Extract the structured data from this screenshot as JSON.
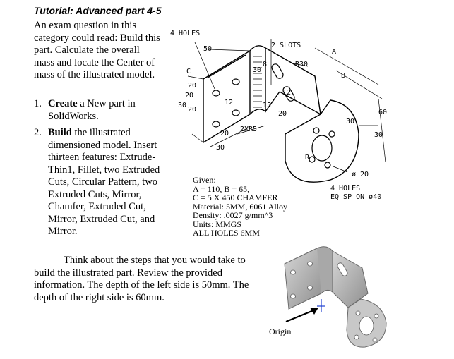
{
  "title": "Tutorial: Advanced part 4-5",
  "intro": "An exam question in this category could read: Build this part. Calculate the overall mass and locate the Center of mass of the illustrated model.",
  "steps": [
    {
      "num": "1.",
      "bold": "Create",
      "text": "a New part in SolidWorks."
    },
    {
      "num": "2.",
      "bold": "Build",
      "text": "the illustrated dimensioned model. Insert thirteen features: Extrude-Thin1, Fillet, two Extruded Cuts, Circular Pattern, two Extruded Cuts, Mirror, Chamfer, Extruded Cut, Mirror, Extruded Cut, and Mirror."
    }
  ],
  "think": "Think about the steps that you would take to build the illustrated part. Review the provided information. The depth of the left side is 50mm. The depth of the right side is 60mm.",
  "given": [
    "Given:",
    "A = 110, B = 65,",
    "C = 5 X 450 CHAMFER",
    "Material: 5MM, 6061 Alloy",
    "Density: .0027 g/mm^3",
    "Units: MMGS",
    "ALL HOLES 6MM"
  ],
  "drawing_labels": {
    "holes4": "4 HOLES",
    "d50": "50",
    "slots2": "2 SLOTS",
    "A": "A",
    "R30": "R30",
    "B": "B",
    "C": "C",
    "d20a": "20",
    "d30a": "30",
    "d20b": "20",
    "d20c": "20",
    "d12a": "12",
    "d12b": "12",
    "d8": "8",
    "d30b": "30",
    "d15": "15",
    "d20d": "20",
    "x2r5": "2XR5",
    "d20e": "20",
    "d30c": "30",
    "d60": "60",
    "d30d": "30",
    "d30e": "30",
    "R": "R",
    "phi20": "ø 20",
    "holes4b": "4 HOLES",
    "eqsp": "EQ SP ON ø40"
  },
  "origin_label": "Origin",
  "colors": {
    "text": "#000000",
    "model_fill": "#b8b8b8",
    "model_edge": "#6a6a6a",
    "origin_marker": "#1f3fd0"
  }
}
